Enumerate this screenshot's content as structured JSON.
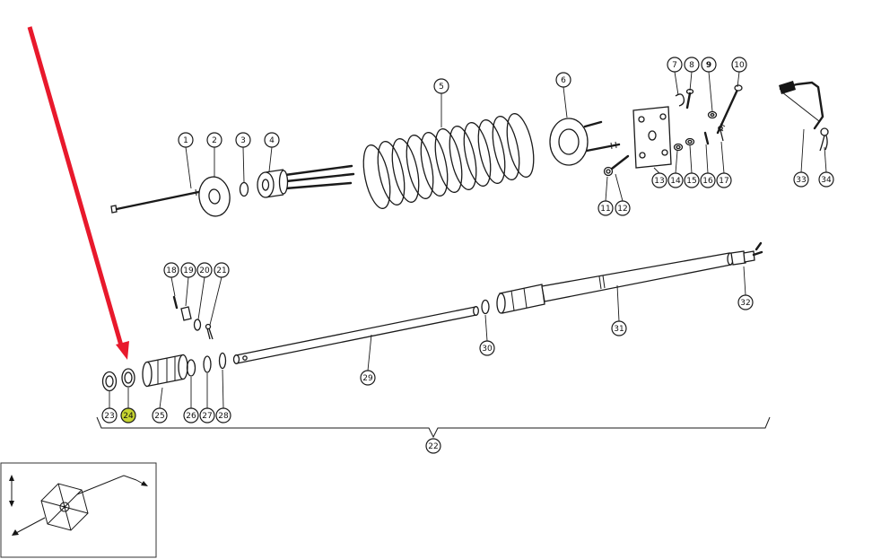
{
  "colors": {
    "highlight": "#c6d430",
    "arrow": "#e8192c",
    "line": "#1a1a1a",
    "background": "#ffffff"
  },
  "highlighted_part": "24",
  "callouts": {
    "c1": "1",
    "c2": "2",
    "c3": "3",
    "c4": "4",
    "c5": "5",
    "c6": "6",
    "c7": "7",
    "c8": "8",
    "c9": "9",
    "c10": "10",
    "c11": "11",
    "c12": "12",
    "c13": "13",
    "c14": "14",
    "c15": "15",
    "c16": "16",
    "c17": "17",
    "c18": "18",
    "c19": "19",
    "c20": "20",
    "c21": "21",
    "c22": "22",
    "c23": "23",
    "c24": "24",
    "c25": "25",
    "c26": "26",
    "c27": "27",
    "c28": "28",
    "c29": "29",
    "c30": "30",
    "c31": "31",
    "c32": "32",
    "c33": "33",
    "c34": "34"
  }
}
